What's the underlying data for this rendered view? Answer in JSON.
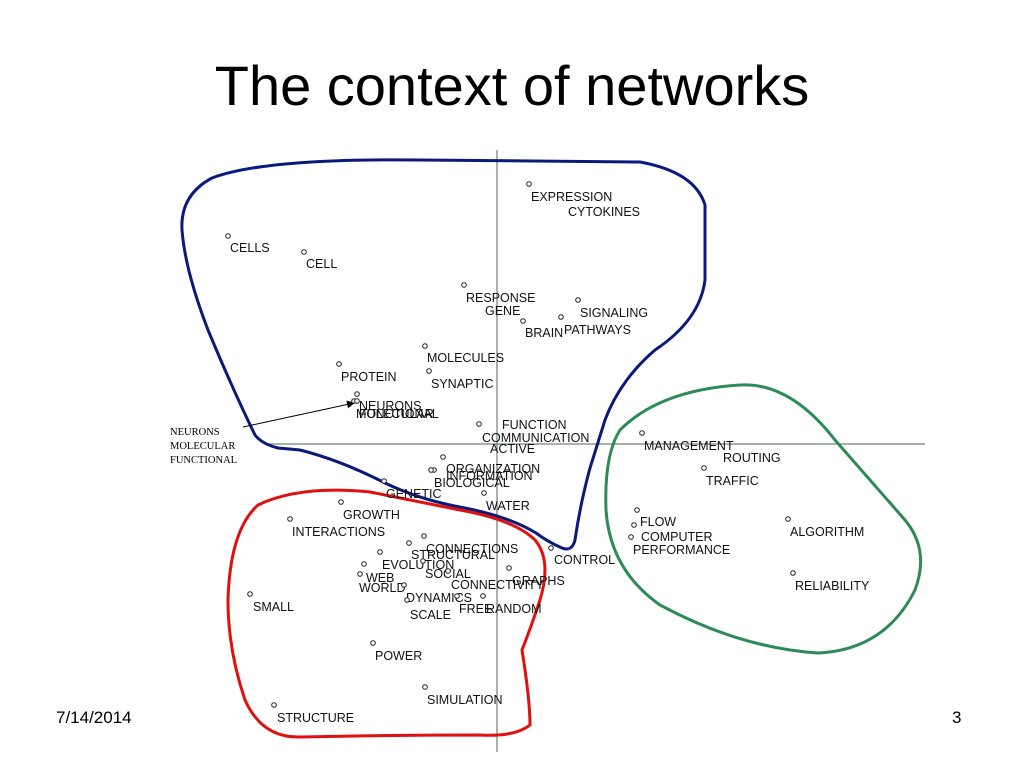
{
  "slide": {
    "title": "The context of networks",
    "date": "7/14/2014",
    "page_number": "3"
  },
  "callout_lines": [
    "NEURONS",
    "MOLECULAR",
    "FUNCTIONAL"
  ],
  "clusters": [
    {
      "id": "biology",
      "color": "#0a1a7a"
    },
    {
      "id": "network-science",
      "color": "#e01010"
    },
    {
      "id": "computing",
      "color": "#2e8b57"
    }
  ],
  "terms": [
    {
      "id": "expression",
      "label": "EXPRESSION"
    },
    {
      "id": "cytokines",
      "label": "CYTOKINES"
    },
    {
      "id": "cells",
      "label": "CELLS"
    },
    {
      "id": "cell",
      "label": "CELL"
    },
    {
      "id": "response",
      "label": "RESPONSE"
    },
    {
      "id": "gene",
      "label": "GENE"
    },
    {
      "id": "signaling",
      "label": "SIGNALING"
    },
    {
      "id": "brain",
      "label": "BRAIN"
    },
    {
      "id": "pathways",
      "label": "PATHWAYS"
    },
    {
      "id": "molecules",
      "label": "MOLECULES"
    },
    {
      "id": "protein",
      "label": "PROTEIN"
    },
    {
      "id": "synaptic",
      "label": "SYNAPTIC"
    },
    {
      "id": "neurons",
      "label": "NEURONS"
    },
    {
      "id": "molecular",
      "label": "MOLECULAR"
    },
    {
      "id": "functional",
      "label": "FUNCTIONAL"
    },
    {
      "id": "function",
      "label": "FUNCTION"
    },
    {
      "id": "communication",
      "label": "COMMUNICATION"
    },
    {
      "id": "active",
      "label": "ACTIVE"
    },
    {
      "id": "management",
      "label": "MANAGEMENT"
    },
    {
      "id": "routing",
      "label": "ROUTING"
    },
    {
      "id": "traffic",
      "label": "TRAFFIC"
    },
    {
      "id": "organization",
      "label": "ORGANIZATION"
    },
    {
      "id": "information",
      "label": "INFORMATION"
    },
    {
      "id": "biological",
      "label": "BIOLOGICAL"
    },
    {
      "id": "genetic",
      "label": "GENETIC"
    },
    {
      "id": "water",
      "label": "WATER"
    },
    {
      "id": "growth",
      "label": "GROWTH"
    },
    {
      "id": "interactions",
      "label": "INTERACTIONS"
    },
    {
      "id": "flow",
      "label": "FLOW"
    },
    {
      "id": "computer",
      "label": "COMPUTER"
    },
    {
      "id": "performance",
      "label": "PERFORMANCE"
    },
    {
      "id": "algorithm",
      "label": "ALGORITHM"
    },
    {
      "id": "connections",
      "label": "CONNECTIONS"
    },
    {
      "id": "structural",
      "label": "STRUCTURAL"
    },
    {
      "id": "evolution",
      "label": "EVOLUTION"
    },
    {
      "id": "control",
      "label": "CONTROL"
    },
    {
      "id": "web",
      "label": "WEB"
    },
    {
      "id": "social",
      "label": "SOCIAL"
    },
    {
      "id": "world",
      "label": "WORLD"
    },
    {
      "id": "connectivity",
      "label": "CONNECTIVITY"
    },
    {
      "id": "graphs",
      "label": "GRAPHS"
    },
    {
      "id": "reliability",
      "label": "RELIABILITY"
    },
    {
      "id": "dynamics",
      "label": "DYNAMICS"
    },
    {
      "id": "small",
      "label": "SMALL"
    },
    {
      "id": "scale",
      "label": "SCALE"
    },
    {
      "id": "free",
      "label": "FREE"
    },
    {
      "id": "random",
      "label": "RANDOM"
    },
    {
      "id": "power",
      "label": "POWER"
    },
    {
      "id": "simulation",
      "label": "SIMULATION"
    },
    {
      "id": "structure",
      "label": "STRUCTURE"
    }
  ]
}
